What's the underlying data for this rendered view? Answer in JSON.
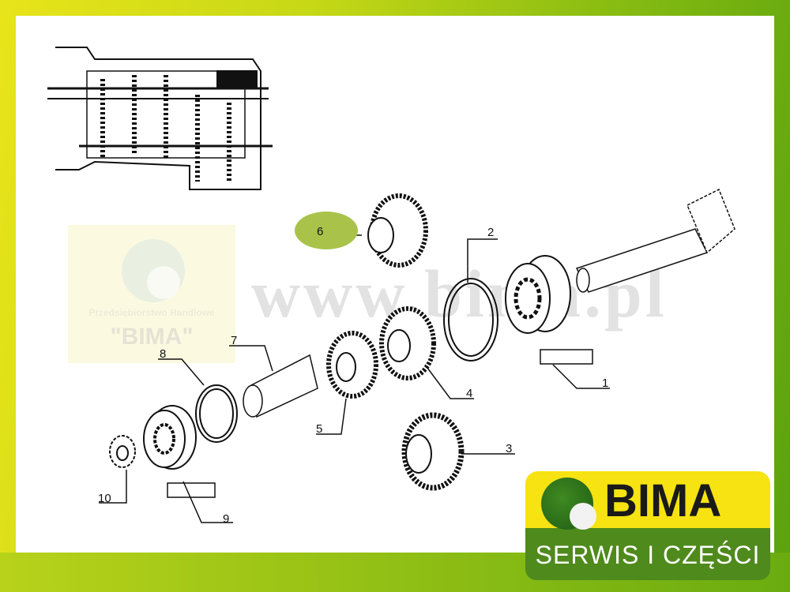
{
  "watermark": {
    "url": "www.bima.pl",
    "company_subtitle": "Przedsiębiorstwo Handlowe",
    "company_name": "\"BIMA\""
  },
  "logo": {
    "name": "BIMA",
    "tagline": "SERWIS I CZĘŚCI"
  },
  "callouts": [
    {
      "id": "1",
      "label": "1"
    },
    {
      "id": "2",
      "label": "2"
    },
    {
      "id": "3",
      "label": "3"
    },
    {
      "id": "4",
      "label": "4"
    },
    {
      "id": "5",
      "label": "5"
    },
    {
      "id": "6",
      "label": "6",
      "highlighted": true
    },
    {
      "id": "7",
      "label": "7"
    },
    {
      "id": "8",
      "label": "8"
    },
    {
      "id": "9",
      "label": "9"
    },
    {
      "id": "10",
      "label": "10"
    }
  ],
  "colors": {
    "highlight": "#a9c34a",
    "brand_green": "#4f8a1c",
    "brand_yellow": "#f6e311"
  }
}
